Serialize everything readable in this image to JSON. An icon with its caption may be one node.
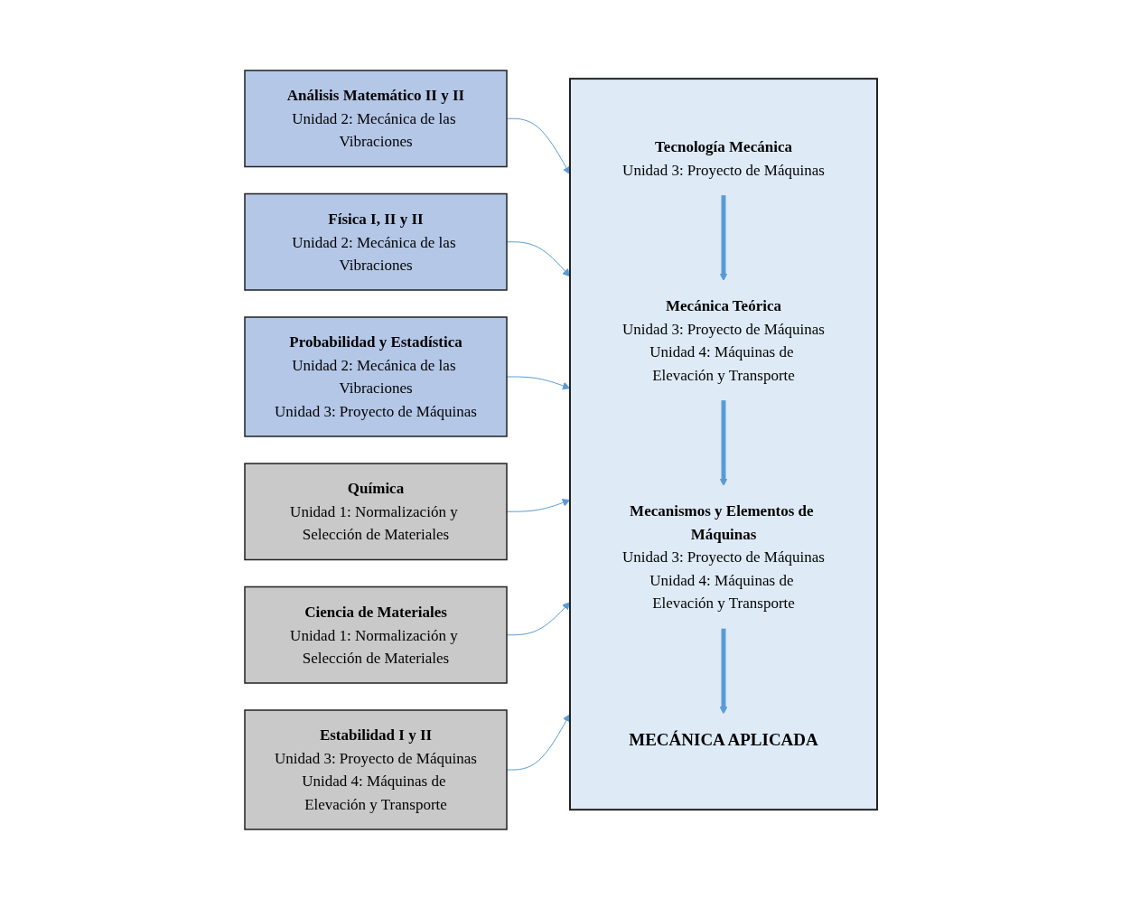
{
  "diagram": {
    "nodes": [
      {
        "text": [],
        "shape": "box"
      },
      {
        "text": [
          "Tecnología Mecánica",
          "Unidad 3: Proyecto de Máquinas"
        ],
        "in": 0
      },
      {
        "text": [
          "Mecánica Teórica",
          "Unidad 3: Proyecto de Máquinas",
          "Unidad 4: Máquinas de Elevación y Transporte"
        ],
        "in": 0
      },
      {
        "text": [
          "Mecanismos y Elementos de Máquinas",
          "Unidad 3: Proyecto de Máquinas",
          "Unidad 4: Máquinas de Elevación y Transporte"
        ],
        "in": 0
      },
      {
        "text": [
          "MECÁNICA APLICADA"
        ],
        "in": 0
      },
      {
        "text": [
          "Análisis Matemático II y II",
          "Unidad 2: Mecánica de las Vibraciones"
        ]
      },
      {
        "text": [
          "Física I, II y II",
          "Unidad 2: Mecánica de las Vibraciones"
        ]
      },
      {
        "text": [
          "Probabilidad y Estadística",
          "Unidad 2: Mecánica de las Vibraciones",
          "Unidad 3: Proyecto de Máquinas"
        ]
      },
      {
        "text": [
          "Química",
          "Unidad 1: Normalización y Selección de Materiales"
        ]
      },
      {
        "text": [
          "Ciencia de Materiales",
          "Unidad 1: Normalización y Selección de Materiales"
        ]
      },
      {
        "text": [
          "Estabilidad I y II",
          "Unidad 3: Proyecto de Máquinas",
          "Unidad 4: Máquinas de Elevación y Transporte"
        ]
      }
    ],
    "edges": [
      {
        "from": 1,
        "to": 2,
        "arrow": "to",
        "style": "thick"
      },
      {
        "from": 2,
        "to": 3,
        "arrow": "to",
        "style": "thick"
      },
      {
        "from": 3,
        "to": 4,
        "arrow": "to",
        "style": "thick"
      },
      {
        "from": 5,
        "to": 0,
        "arrow": "to"
      },
      {
        "from": 6,
        "to": 0,
        "arrow": "to"
      },
      {
        "from": 7,
        "to": 0,
        "arrow": "to"
      },
      {
        "from": 8,
        "to": 0,
        "arrow": "to"
      },
      {
        "from": 9,
        "to": 0,
        "arrow": "to"
      },
      {
        "from": 10,
        "to": 0,
        "arrow": "to"
      }
    ]
  }
}
